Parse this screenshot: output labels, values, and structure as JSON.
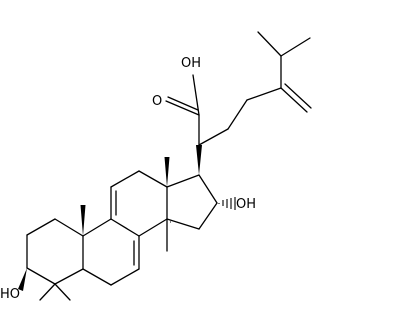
{
  "molecule": {
    "labels": {
      "cooh_oh": "OH",
      "cooh_o": "O",
      "hydroxyl_c16": "OH",
      "hydroxyl_c3": "HO"
    }
  }
}
